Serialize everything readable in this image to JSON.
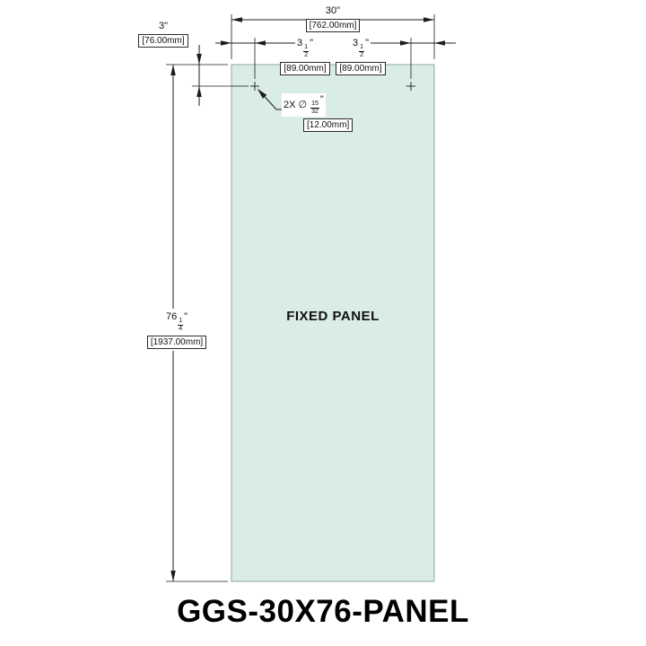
{
  "colors": {
    "panel_fill": "#d9ece8",
    "panel_border": "#8fa8a3",
    "line": "#1c1c1c",
    "text": "#111111"
  },
  "drawing": {
    "title": "GGS-30X76-PANEL",
    "panel": {
      "label": "FIXED PANEL"
    },
    "dimensions": {
      "overall_width": {
        "value_in": "30\"",
        "value_mm": "[762.00mm]"
      },
      "overall_height": {
        "whole": "76",
        "numerator": "1",
        "denominator": "4",
        "unit": "\"",
        "value_mm": "[1937.00mm]"
      },
      "hole_top_offset": {
        "value_in": "3\"",
        "value_mm": "[76.00mm]"
      },
      "hole_left_offset": {
        "whole": "3",
        "numerator": "1",
        "denominator": "2",
        "unit": "\"",
        "value_mm": "[89.00mm]"
      },
      "hole_right_offset": {
        "whole": "3",
        "numerator": "1",
        "denominator": "2",
        "unit": "\"",
        "value_mm": "[89.00mm]"
      },
      "hole_callout": {
        "quantity": "2X",
        "diameter_symbol": "∅",
        "numerator": "15",
        "denominator": "32",
        "unit": "\"",
        "value_mm": "[12.00mm]"
      }
    }
  }
}
